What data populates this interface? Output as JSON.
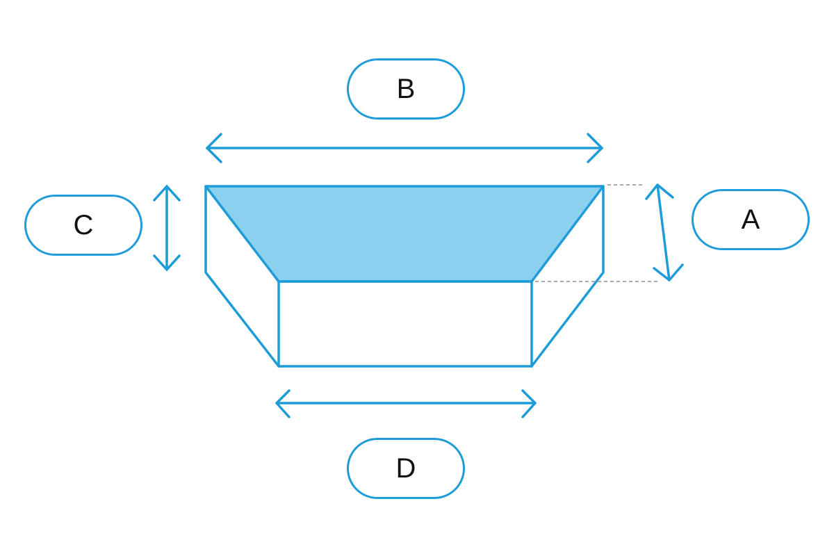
{
  "labels": {
    "a": "A",
    "b": "B",
    "c": "C",
    "d": "D"
  },
  "colors": {
    "stroke": "#1e9cd7",
    "fill": "#8bd0ee",
    "guide": "#aaaaaa"
  }
}
